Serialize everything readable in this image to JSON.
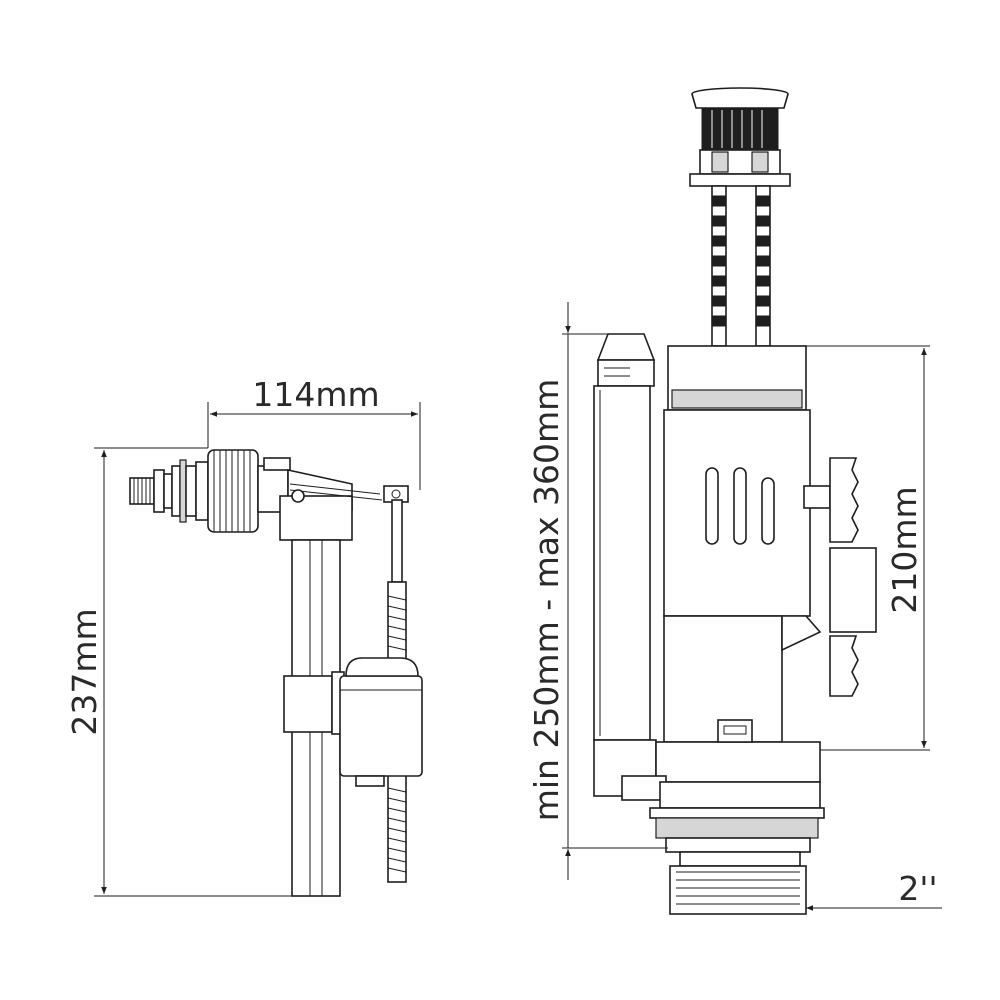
{
  "dimensions": {
    "fill_valve_width": "114mm",
    "fill_valve_height": "237mm",
    "flush_valve_range": "min 250mm - max 360mm",
    "flush_valve_height": "210mm",
    "outlet_size": "2''"
  },
  "colors": {
    "line": "#1e1e1e",
    "background": "#ffffff",
    "text": "#2a2a2a"
  }
}
